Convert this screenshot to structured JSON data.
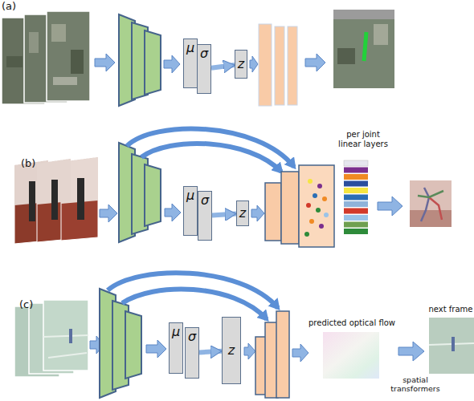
{
  "diagram": {
    "nodes": [
      {
        "text": [
          "μ"
        ]
      },
      {
        "text": [
          "σ"
        ]
      },
      {
        "text": [
          "z"
        ]
      },
      {
        "text": [
          "μ"
        ]
      },
      {
        "text": [
          "σ"
        ]
      },
      {
        "text": [
          "z"
        ]
      },
      {
        "text": [
          "μ"
        ]
      },
      {
        "text": [
          "σ"
        ]
      },
      {
        "text": [
          "z"
        ]
      }
    ],
    "edges": [
      {
        "from": 1,
        "to": 2,
        "arrow": "to"
      },
      {
        "from": 4,
        "to": 5,
        "arrow": "to"
      },
      {
        "from": 7,
        "to": 8,
        "arrow": "to"
      }
    ],
    "labels": [
      "(a)",
      "(b)",
      "(c)",
      "per joint linear layers",
      "predicted optical flow",
      "spatial transformers",
      "next frame"
    ]
  }
}
